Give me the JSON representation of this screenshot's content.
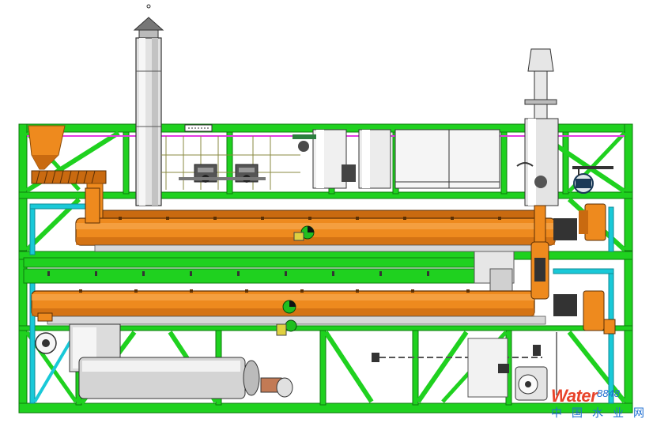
{
  "diagram": {
    "type": "skid-mounted treatment plant elevation drawing",
    "colors": {
      "frame": "#1fd11f",
      "frame_dark": "#0e7a0e",
      "inner_frame": "#19c9d8",
      "drum": "#ee8a1e",
      "drum_dark": "#b85e0a",
      "magenta_line": "#e23be2",
      "equipment": "#d9d9d9",
      "outline": "#333333"
    },
    "components": [
      "chimney-stack",
      "feed-hopper",
      "screw-conveyor",
      "upper-rotary-drum",
      "lower-rotary-drum",
      "scrubber-tower",
      "pump-units",
      "storage-tanks",
      "control-cabinets",
      "drive-gearbox-upper",
      "drive-gearbox-lower",
      "burner-chamber",
      "flow-meter",
      "fan-blower"
    ]
  },
  "watermark": {
    "main": "Water",
    "sub": "8848",
    "chinese": "中国水业网"
  }
}
